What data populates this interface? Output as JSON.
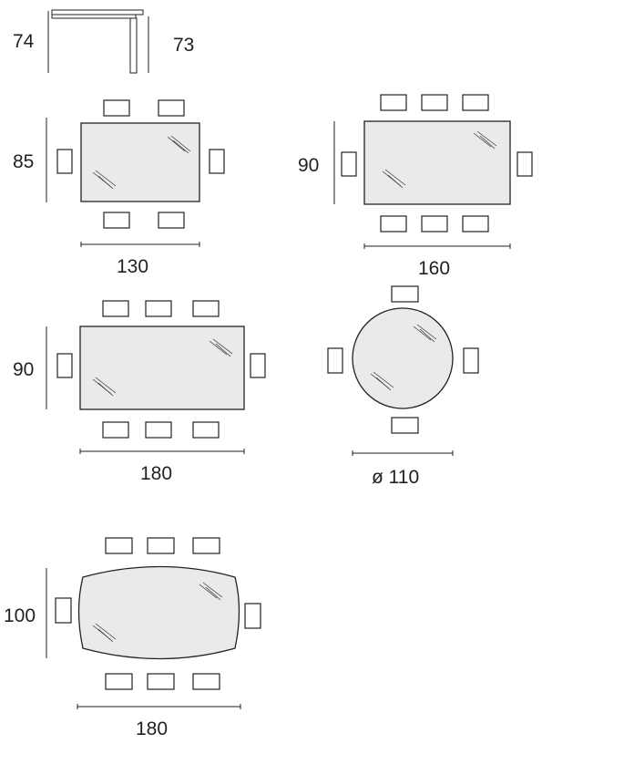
{
  "side_view": {
    "height_total": "74",
    "height_under": "73"
  },
  "tables": [
    {
      "id": "rect-130",
      "shape": "rectangle",
      "width_label": "130",
      "depth_label": "85",
      "chairs_per_long_side": 2,
      "chairs_per_short_side": 1
    },
    {
      "id": "rect-160",
      "shape": "rectangle",
      "width_label": "160",
      "depth_label": "90",
      "chairs_per_long_side": 3,
      "chairs_per_short_side": 1
    },
    {
      "id": "rect-180",
      "shape": "rectangle",
      "width_label": "180",
      "depth_label": "90",
      "chairs_per_long_side": 3,
      "chairs_per_short_side": 1
    },
    {
      "id": "round-110",
      "shape": "round",
      "diameter_label": "ø 110",
      "chairs": 4
    },
    {
      "id": "barrel-180",
      "shape": "barrel",
      "width_label": "180",
      "depth_label": "100",
      "chairs_per_long_side": 3,
      "chairs_per_short_side": 1
    }
  ]
}
